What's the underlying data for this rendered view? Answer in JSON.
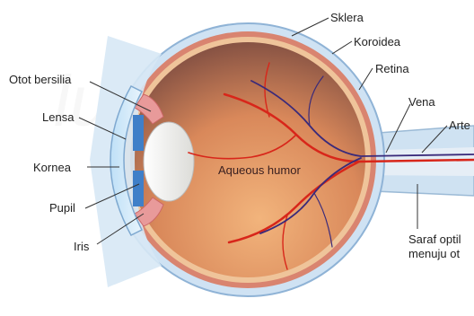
{
  "diagram": {
    "labels": {
      "sklera": "Sklera",
      "koroidea": "Koroidea",
      "retina": "Retina",
      "vena": "Vena",
      "arteri": "Arte",
      "otot_bersilia": "Otot bersilia",
      "lensa": "Lensa",
      "kornea": "Kornea",
      "pupil": "Pupil",
      "iris": "Iris",
      "aqueous": "Aqueous humor",
      "saraf_line1": "Saraf optil",
      "saraf_line2": "menuju ot"
    },
    "colors": {
      "sclera": "#c8dff0",
      "sclera_edge": "#8fb3d6",
      "choroid": "#d47a6a",
      "retina": "#e9b98c",
      "vitreous_top": "#8a5a4a",
      "vitreous_bottom": "#e8a070",
      "artery": "#d8261a",
      "vein": "#3a2a7a",
      "iris": "#3f7fc8",
      "lens": "#f4f4f2",
      "watermark": "#eef1f5"
    }
  }
}
